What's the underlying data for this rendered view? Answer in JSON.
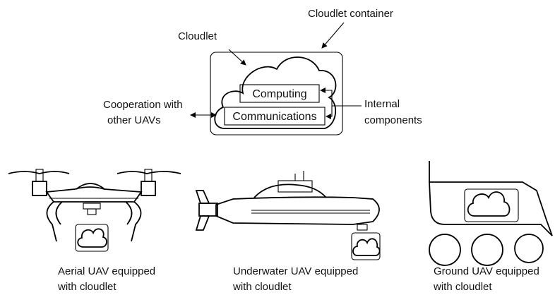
{
  "labels": {
    "cloudlet_container": "Cloudlet container",
    "cloudlet": "Cloudlet",
    "cooperation_line1": "Cooperation with",
    "cooperation_line2": "other UAVs",
    "internal_line1": "Internal",
    "internal_line2": "components",
    "computing": "Computing",
    "communications": "Communications"
  },
  "vehicles": [
    {
      "caption_line1": "Aerial UAV equipped",
      "caption_line2": "with cloudlet",
      "icon": "drone-icon"
    },
    {
      "caption_line1": "Underwater UAV equipped",
      "caption_line2": "with cloudlet",
      "icon": "submarine-icon"
    },
    {
      "caption_line1": "Ground UAV equipped",
      "caption_line2": "with cloudlet",
      "icon": "ground-vehicle-icon"
    }
  ]
}
